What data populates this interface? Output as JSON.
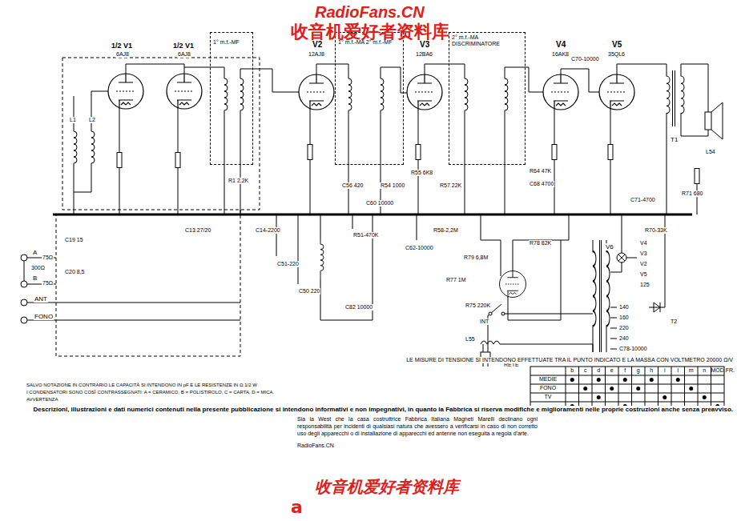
{
  "diagram": {
    "nodes": [
      {
        "text": [
          "1° m.f.-MF"
        ]
      },
      {
        "text": [
          "1° m.f.-MA 2° m.f.-MF"
        ]
      },
      {
        "text": [
          "2° m.f.-MA DISCRIMINATORE"
        ]
      }
    ],
    "labels": [
      "RadioFans.CN",
      "收音机爱好者资料库",
      "1/2 V1",
      "6AJ8",
      "1/2 V1",
      "6AJ8",
      "V2",
      "12AJ8",
      "V3",
      "12BA6",
      "V4",
      "16AK8",
      "V5",
      "35QL6",
      "C70-10000",
      "T1",
      "L54",
      "L1",
      "L2",
      "R1 2,2K",
      "C13 27/20",
      "C14-2200",
      "C51-220",
      "C50 220",
      "C56 420",
      "R54 1000",
      "R55 6K8",
      "R57 22K",
      "C60 10000",
      "R51-470K",
      "R58-2,2M",
      "C62-10000",
      "R79 6,8M",
      "R77 1M",
      "R75 220K",
      "R78 82K",
      "R64 47K",
      "C68 4700",
      "C71-4700",
      "R71 680",
      "R70-33K",
      "C82 10000",
      "C19 15",
      "C20 8,5",
      "A",
      "75Ω",
      "300Ω",
      "B",
      "75Ω",
      "ANT",
      "FONO",
      "INT",
      "L55",
      "RETE",
      "V6",
      "V4",
      "V3",
      "V2",
      "V5",
      "125",
      "140",
      "160",
      "220",
      "240",
      "C78-10000",
      "T2",
      "LE MISURE DI TENSIONE SI INTENDONO EFFETTUATE TRA IL PUNTO INDICATO E LA MASSA CON VOLTMETRO 20000 Ω/V",
      "SALVO NOTAZIONE IN CONTRARIO LE CAPACITÀ SI INTENDONO IN pF E LE RESISTENZE IN Ω 1/2 W",
      "I CONDENSATORI SONO COSÌ CONTRASSEGNATI: A = CERAMICO, B = POLISTIROLO, C = CARTA, D = MICA.",
      "AVVERTENZA",
      "Descrizioni, illustrazioni e dati numerici contenuti nella presente pubblicazione si intendono informativi e non impegnativi, in quanto la Fabbrica si riserva modifiche e miglioramenti nelle proprie costruzioni anche senza preavviso.",
      "Sia la West che la casa costruttrice Fabbrica Italiana Magneti Marelli declinano ogni responsabilità per incidenti di qualsiasi natura che avessero a verificarsi in caso di non corretto uso degli apparecchi o di installazione di apparecchi ed antenne non eseguita a regola d'arte.",
      "RadioFans.CN",
      "收音机爱好者资料库",
      "a",
      "b",
      "c",
      "d",
      "e",
      "f",
      "g",
      "h",
      "i",
      "l",
      "m",
      "n",
      "MOD.FR.",
      "MEDIE",
      "FONO",
      "TV"
    ]
  }
}
